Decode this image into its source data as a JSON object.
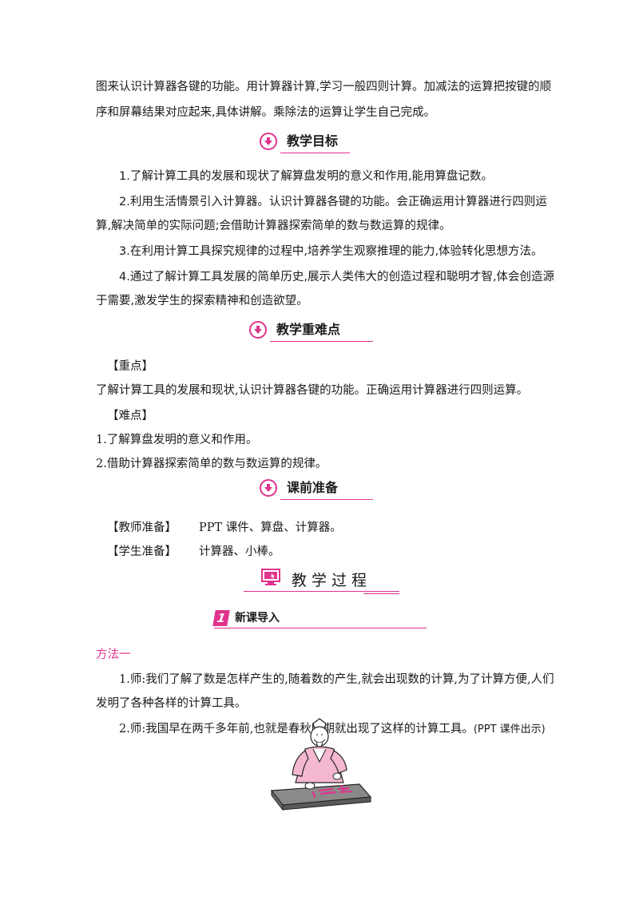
{
  "intro": {
    "line1": "图来认识计算器各键的功能。用计算器计算,学习一般四则计算。加减法的运算把按键的顺",
    "line2": "序和屏幕结果对应起来,具体讲解。乘除法的运算让学生自己完成。"
  },
  "objectives": {
    "heading": "教学目标",
    "items": [
      "1.了解计算工具的发展和现状了解算盘发明的意义和作用,能用算盘记数。",
      "2.利用生活情景引入计算器。认识计算器各键的功能。会正确运用计算器进行四则运",
      "算,解决简单的实际问题;会借助计算器探索简单的数与数运算的规律。",
      "3.在利用计算工具探究规律的过程中,培养学生观察推理的能力,体验转化思想方法。",
      "4.通过了解计算工具发展的简单历史,展示人类伟大的创造过程和聪明才智,体会创造源",
      "于需要,激发学生的探索精神和创造欲望。"
    ]
  },
  "key_points": {
    "heading": "教学重难点",
    "focus_label": "【重点】",
    "focus_text": "了解计算工具的发展和现状,认识计算器各键的功能。正确运用计算器进行四则运算。",
    "difficulty_label": "【难点】",
    "difficulty_items": [
      "1.了解算盘发明的意义和作用。",
      "2.借助计算器探索简单的数与数运算的规律。"
    ]
  },
  "preparation": {
    "heading": "课前准备",
    "teacher_label": "【教师准备】",
    "teacher_text": "PPT 课件、算盘、计算器。",
    "student_label": "【学生准备】",
    "student_text": "计算器、小棒。"
  },
  "process": {
    "heading": "教学过程",
    "section_number": "1",
    "section_title": "新课导入",
    "method_label": "方法一",
    "para1_line1": "1.师:我们了解了数是怎样产生的,随着数的产生,就会出现数的计算,为了计算方便,人们",
    "para1_line2": "发明了各种各样的计算工具。",
    "para2": "2.师:我国早在两千多年前,也就是春秋时期就出现了这样的计算工具。",
    "para2_note": "(PPT 课件出示)"
  },
  "colors": {
    "accent": "#e0338c",
    "figure_fill": "#f4b8d0",
    "board": "#8a8a8a"
  }
}
